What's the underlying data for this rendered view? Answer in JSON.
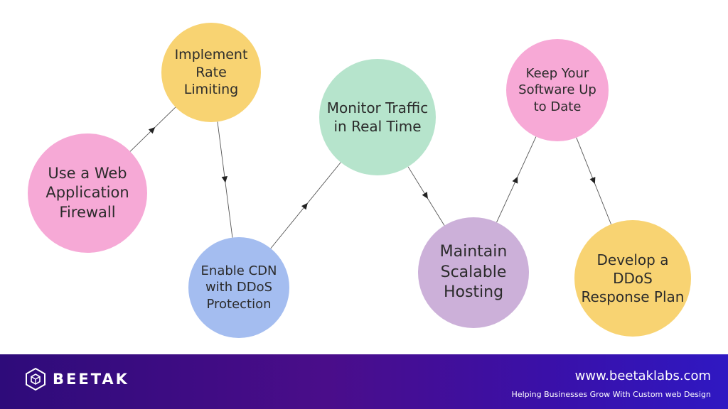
{
  "nodes": [
    {
      "id": "implement-rate-limiting",
      "label": "Implement Rate Limiting",
      "lines": [
        "Implement",
        "Rate",
        "Limiting"
      ],
      "color": "#f8d372"
    },
    {
      "id": "use-waf",
      "label": "Use a Web Application Firewall",
      "lines": [
        "Use a Web",
        "Application",
        "Firewall"
      ],
      "color": "#f6a9d6"
    },
    {
      "id": "enable-cdn",
      "label": "Enable CDN with DDoS Protection",
      "lines": [
        "Enable CDN",
        "with DDoS",
        "Protection"
      ],
      "color": "#a4bdf0"
    },
    {
      "id": "monitor-traffic",
      "label": "Monitor Traffic in Real Time",
      "lines": [
        "Monitor Traffic",
        "in Real Time"
      ],
      "color": "#b6e4cc"
    },
    {
      "id": "maintain-hosting",
      "label": "Maintain Scalable Hosting",
      "lines": [
        "Maintain",
        "Scalable",
        "Hosting"
      ],
      "color": "#ccb0d9"
    },
    {
      "id": "keep-software",
      "label": "Keep Your Software Up to Date",
      "lines": [
        "Keep Your",
        "Software Up",
        "to Date"
      ],
      "color": "#f7a9d6"
    },
    {
      "id": "ddos-plan",
      "label": "Develop a DDoS Response Plan",
      "lines": [
        "Develop a",
        "DDoS",
        "Response Plan"
      ],
      "color": "#f8d372"
    }
  ],
  "edges": [
    {
      "from": "use-waf",
      "to": "implement-rate-limiting"
    },
    {
      "from": "implement-rate-limiting",
      "to": "enable-cdn"
    },
    {
      "from": "enable-cdn",
      "to": "monitor-traffic"
    },
    {
      "from": "monitor-traffic",
      "to": "maintain-hosting"
    },
    {
      "from": "maintain-hosting",
      "to": "keep-software"
    },
    {
      "from": "keep-software",
      "to": "ddos-plan"
    }
  ],
  "footer": {
    "logo_text": "BEETAK",
    "website": "www.beetaklabs.com",
    "tagline": "Helping Businesses Grow With Custom web Design"
  },
  "colors": {
    "footer_start": "#2e0b7a",
    "footer_end": "#2f18c2",
    "edge": "#555555"
  },
  "icons": {
    "logo": "hexagon-cube-icon"
  }
}
